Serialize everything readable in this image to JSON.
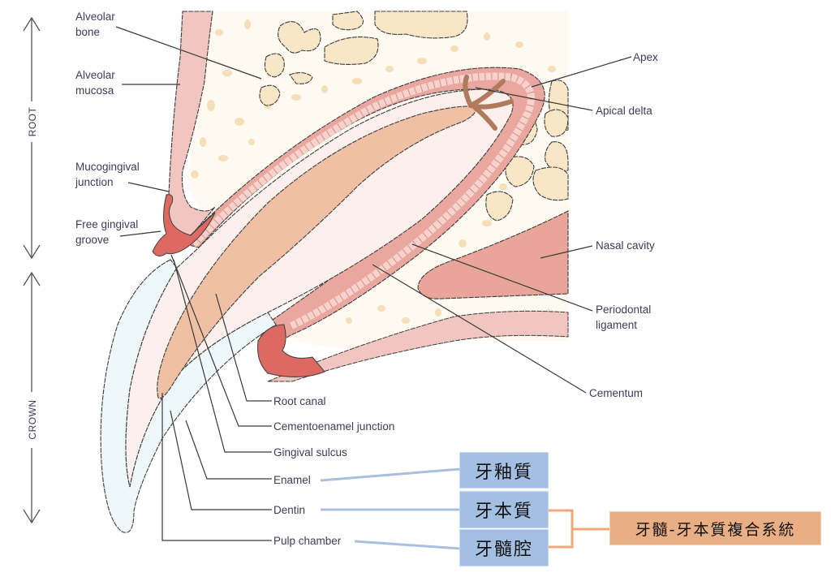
{
  "diagram": {
    "title": "Canine tooth cross-section anatomy",
    "axis": {
      "root_label": "ROOT",
      "crown_label": "CROWN"
    },
    "labels": {
      "alveolar_bone": [
        "Alveolar",
        "bone"
      ],
      "alveolar_mucosa": [
        "Alveolar",
        "mucosa"
      ],
      "mucogingival_junction": [
        "Mucogingival",
        "junction"
      ],
      "free_gingival_groove": [
        "Free gingival",
        "groove"
      ],
      "apex": "Apex",
      "apical_delta": "Apical delta",
      "nasal_cavity": "Nasal cavity",
      "periodontal_ligament": [
        "Periodontal",
        "ligament"
      ],
      "cementum": "Cementum",
      "root_canal": "Root canal",
      "cementoenamel_junction": "Cementoenamel junction",
      "gingival_sulcus": "Gingival sulcus",
      "enamel": "Enamel",
      "dentin": "Dentin",
      "pulp_chamber": "Pulp chamber"
    },
    "annotations": {
      "enamel_zh": "牙釉質",
      "dentin_zh": "牙本質",
      "pulp_chamber_zh": "牙髓腔",
      "pulp_dentin_complex_zh": "牙髓-牙本質複合系統"
    },
    "colors": {
      "gingiva": "#f2c6c0",
      "gingiva_dark": "#dc6a62",
      "bone": "#f8e6c6",
      "enamel": "#eef7fa",
      "dentin": "#fbf0ec",
      "pulp": "#f0c0a4",
      "ligament": "#eaa7a0",
      "apical_delta": "#b07a5e",
      "blue_box": "#a3bfe2",
      "orange_box": "#e9ae84"
    }
  }
}
